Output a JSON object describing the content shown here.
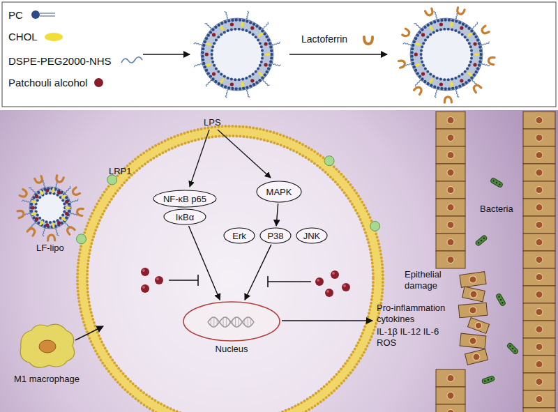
{
  "diagram": {
    "nodes": [
      {
        "text": [
          "NF-κB p65"
        ]
      },
      {
        "text": [
          "IκBα"
        ]
      },
      {
        "text": [
          "MAPK"
        ]
      },
      {
        "text": [
          "Erk"
        ]
      },
      {
        "text": [
          "P38"
        ]
      },
      {
        "text": [
          "JNK"
        ]
      },
      {
        "text": [
          "Nucleus"
        ]
      }
    ],
    "edges": [
      {
        "from": 2,
        "to": 4,
        "arrow": "to"
      },
      {
        "from": 1,
        "to": 6,
        "arrow": "to"
      },
      {
        "from": 4,
        "to": 6,
        "arrow": "to"
      }
    ],
    "labels": [
      "Lactoferrin",
      "LRP1",
      "LPS",
      "LF-lipo",
      "M1 macrophage",
      "Bacteria",
      "Epithelial damage",
      "Pro-inflammation cytokines",
      "IL-1β IL-12 IL-6",
      "ROS"
    ],
    "legend": [
      {
        "text": "PC"
      },
      {
        "text": "CHOL",
        "color": "#f2de3a"
      },
      {
        "text": "DSPE-PEG2000-NHS"
      },
      {
        "text": "Patchouli alcohol",
        "color": "#8b1e2b"
      }
    ]
  }
}
